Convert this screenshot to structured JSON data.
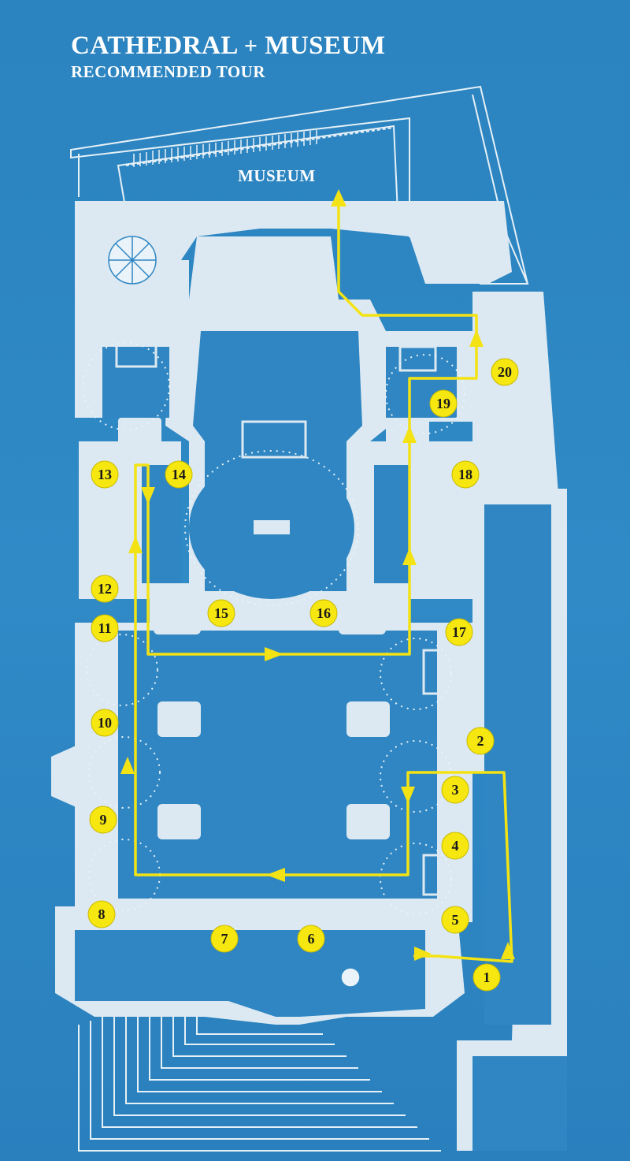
{
  "header": {
    "title_left": "CATHEDRAL",
    "title_plus": "+",
    "title_right": "MUSEUM",
    "subtitle": "RECOMMENDED TOUR"
  },
  "labels": {
    "museum": "MUSEUM"
  },
  "stops": [
    "1",
    "2",
    "3",
    "4",
    "5",
    "6",
    "7",
    "8",
    "9",
    "10",
    "11",
    "12",
    "13",
    "14",
    "15",
    "16",
    "17",
    "18",
    "19",
    "20"
  ],
  "colors": {
    "background": "#2f86c2",
    "building": "#dde9f2",
    "route": "#f3e314",
    "marker": "#f5e70f"
  }
}
